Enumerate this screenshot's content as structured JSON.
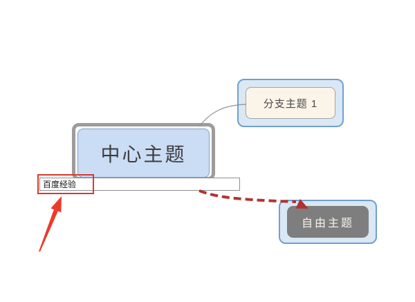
{
  "mindmap": {
    "central_topic": {
      "label": "中心主题",
      "fill": "#cbdcf5",
      "border": "#7e9ec6",
      "selection_frame": "#9c9c9c"
    },
    "branch_topic": {
      "label": "分支主题 1",
      "fill": "#fbf4e9",
      "border": "#a3a3a3",
      "highlight_fill": "#dae7f4",
      "highlight_border": "#6fa0ce"
    },
    "free_topic": {
      "label": "自由主题",
      "fill": "#7e7e7e",
      "text_color": "#f7f3ec",
      "highlight_fill": "#dae7f4",
      "highlight_border": "#6fa0ce"
    },
    "connector": {
      "color": "#909090"
    },
    "relationship_arrow": {
      "color": "#b23230",
      "style": "dashed"
    }
  },
  "editor": {
    "input_value": "百度经验"
  },
  "annotations": {
    "arrow_color": "#ed392c",
    "highlight_box_color": "#d5392e"
  }
}
